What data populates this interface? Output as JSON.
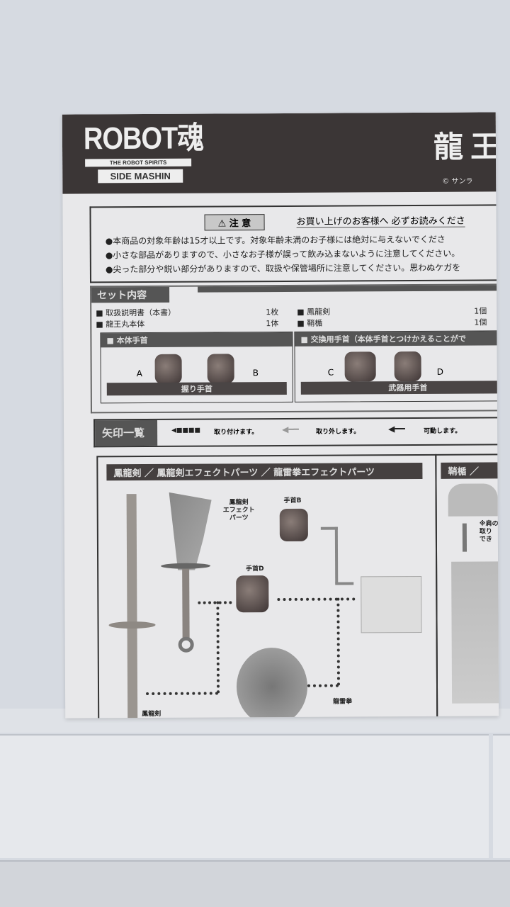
{
  "header": {
    "logo": "ROBOT魂",
    "tagline": "THE ROBOT SPIRITS",
    "series": "SIDE MASHIN",
    "title": "龍王",
    "copyright": "© サンラ"
  },
  "caution": {
    "badge": "⚠ 注 意",
    "heading": "お買い上げのお客様へ 必ずお読みくださ",
    "lines": [
      "●本商品の対象年齢は15才以上です。対象年齢未満のお子様には絶対に与えないでくださ",
      "●小さな部品がありますので、小さなお子様が誤って飲み込まないように注意してください。",
      "●尖った部分や鋭い部分がありますので、取扱や保管場所に注意してください。思わぬケガを"
    ]
  },
  "set_contents": {
    "title": "セット内容",
    "items": [
      {
        "name": "■ 取扱説明書（本書）",
        "qty": "1枚"
      },
      {
        "name": "■ 龍王丸本体",
        "qty": "1体"
      },
      {
        "name": "■ 鳳龍剣",
        "qty": "1個"
      },
      {
        "name": "■ 鞘楯",
        "qty": "1個"
      }
    ],
    "body_hands": {
      "title": "■ 本体手首",
      "labels": [
        "A",
        "B"
      ],
      "caption": "握り手首"
    },
    "swap_hands": {
      "title": "■ 交換用手首（本体手首とつけかえることがで",
      "labels": [
        "C",
        "D"
      ],
      "caption": "武器用手首"
    }
  },
  "arrows": {
    "title": "矢印一覧",
    "attach": "取り付けます。",
    "remove": "取り外します。",
    "move": "可動します。"
  },
  "parts": {
    "title": "鳳龍剣 ／ 鳳龍剣エフェクトパーツ ／ 龍雷拳エフェクトパーツ",
    "effect_label": "鳳龍剣\nエフェクト\nパーツ",
    "hand_b": "手首B",
    "hand_d": "手首D",
    "sword": "鳳龍剣",
    "fist": "龍雷拳"
  },
  "sheath": {
    "title": "鞘楯 ／",
    "note": "※肩の\n取り\nでき"
  }
}
